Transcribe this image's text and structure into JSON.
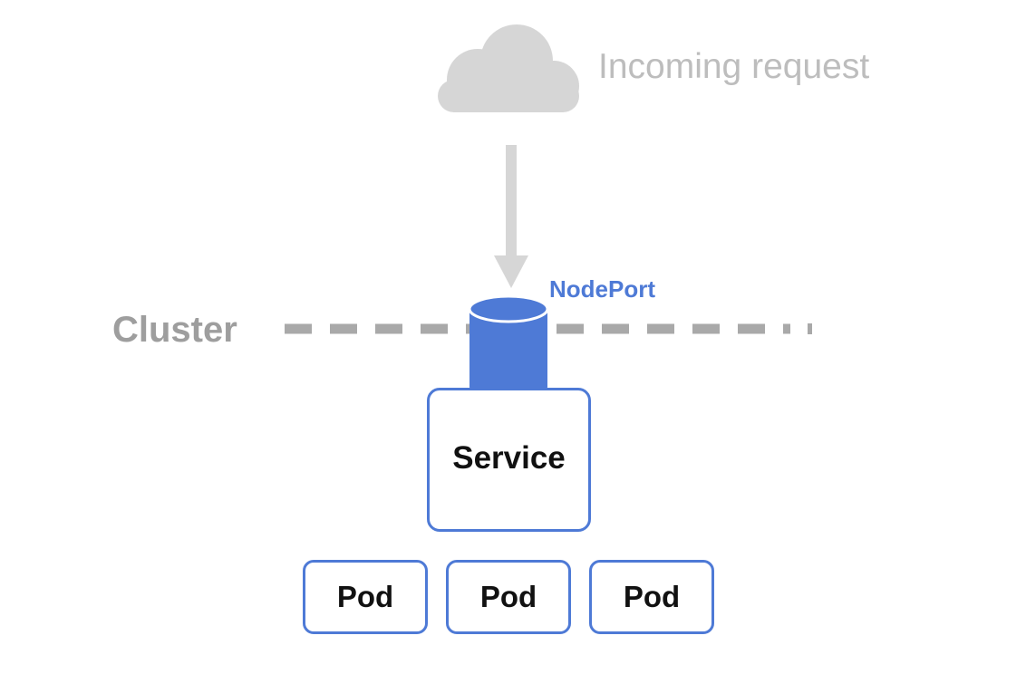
{
  "request": {
    "label": "Incoming request",
    "icon": "cloud-icon",
    "color": "#d6d6d6"
  },
  "cluster": {
    "label": "Cluster",
    "line_color": "#a9a9a9"
  },
  "nodeport": {
    "label": "NodePort",
    "color": "#4e7ad6"
  },
  "service": {
    "label": "Service",
    "border_color": "#4e7ad6"
  },
  "pods": [
    {
      "label": "Pod"
    },
    {
      "label": "Pod"
    },
    {
      "label": "Pod"
    }
  ]
}
